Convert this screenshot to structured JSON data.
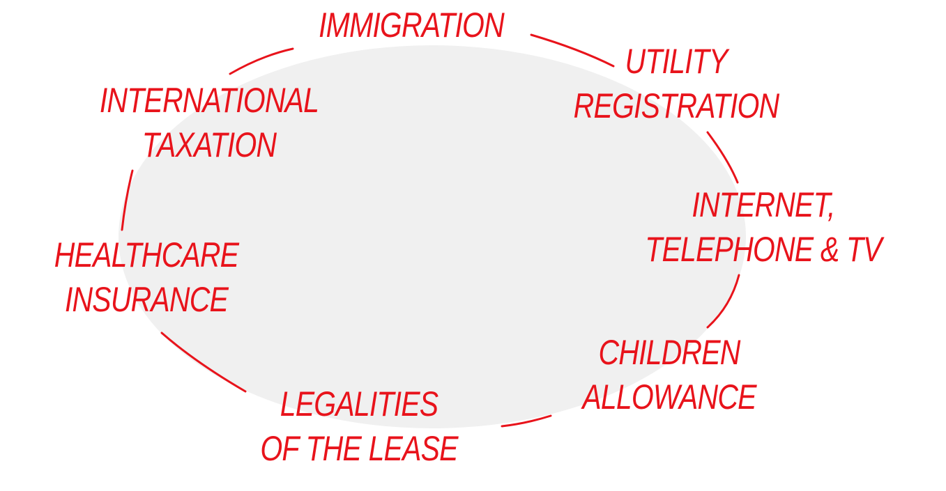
{
  "colors": {
    "accent": "#e8131b",
    "center_fill": "#f0f0f0"
  },
  "nodes": [
    {
      "lines": [
        "IMMIGRATION"
      ]
    },
    {
      "lines": [
        "UTILITY",
        "REGISTRATION"
      ]
    },
    {
      "lines": [
        "INTERNET,",
        "TELEPHONE & TV"
      ]
    },
    {
      "lines": [
        "CHILDREN",
        "ALLOWANCE"
      ]
    },
    {
      "lines": [
        "LEGALITIES",
        "OF THE LEASE"
      ]
    },
    {
      "lines": [
        "HEALTHCARE",
        "INSURANCE"
      ]
    },
    {
      "lines": [
        "INTERNATIONAL",
        "TAXATION"
      ]
    }
  ]
}
